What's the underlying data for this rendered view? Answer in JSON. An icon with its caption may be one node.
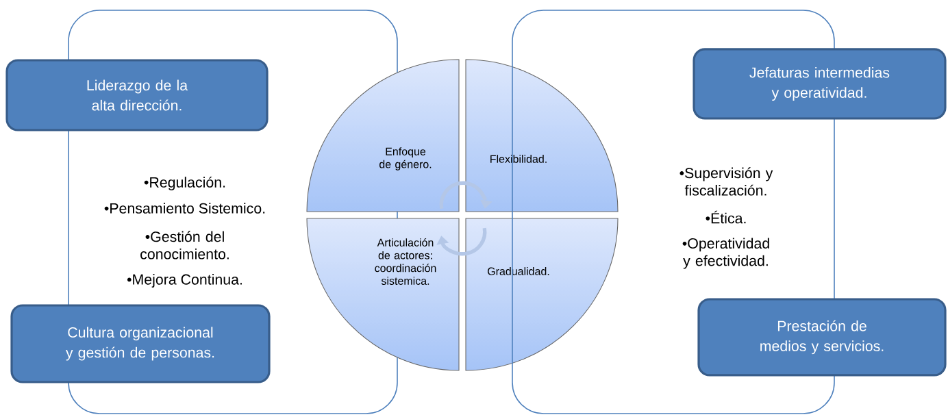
{
  "diagram": {
    "nodes": [
      {
        "text": [
          "•Regulación.",
          "•Pensamiento Sistemico.",
          "•Gestión del conocimiento.",
          "•Mejora Continua."
        ]
      },
      {
        "text": [
          "Liderazgo de la alta dirección."
        ]
      },
      {
        "text": [
          "Cultura organizacional y gestión de personas."
        ]
      },
      {
        "text": [
          "Enfoque de género."
        ]
      },
      {
        "text": [
          "Flexibilidad."
        ]
      },
      {
        "text": [
          "Articulación de actores: coordinación sistemica."
        ]
      },
      {
        "text": [
          "Gradualidad."
        ]
      },
      {
        "text": [
          "•Supervisión y fiscalización.",
          "•Ética.",
          "•Operatividad y efectividad."
        ]
      },
      {
        "text": [
          "Jefaturas intermedias y operatividad."
        ]
      },
      {
        "text": [
          "Prestación de medios y servicios."
        ]
      }
    ],
    "edges": [
      {
        "from": 3,
        "to": 4,
        "arrow": "to"
      },
      {
        "from": 6,
        "to": 5,
        "arrow": "to"
      }
    ]
  }
}
